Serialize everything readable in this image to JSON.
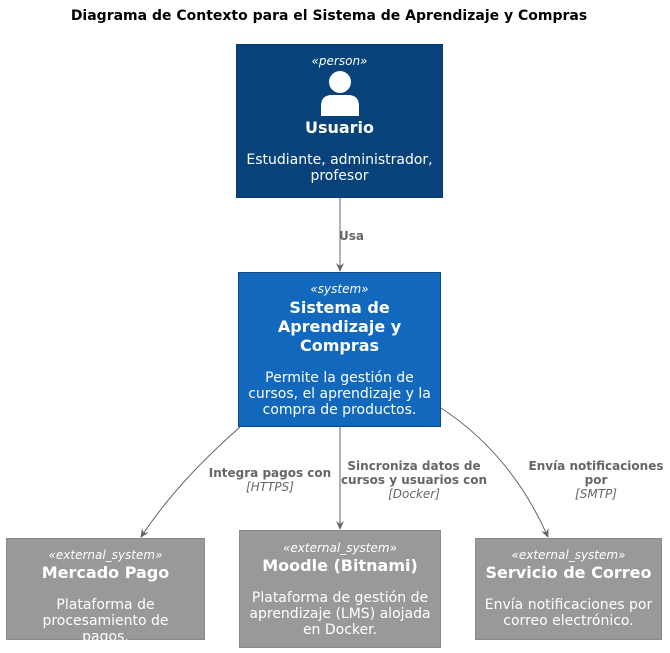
{
  "title": "Diagrama de Contexto para el Sistema de Aprendizaje y Compras",
  "nodes": {
    "person": {
      "stereotype": "«person»",
      "name": "Usuario",
      "description": "Estudiante, administrador, profesor",
      "color": "#08427b",
      "icon": "person-icon"
    },
    "system": {
      "stereotype": "«system»",
      "name": "Sistema de Aprendizaje y Compras",
      "description": "Permite la gestión de cursos, el aprendizaje y la compra de productos.",
      "color": "#1168bd"
    },
    "mercado_pago": {
      "stereotype": "«external_system»",
      "name": "Mercado Pago",
      "description": "Plataforma de procesamiento de pagos.",
      "color": "#999999"
    },
    "moodle": {
      "stereotype": "«external_system»",
      "name": "Moodle (Bitnami)",
      "description": "Plataforma de gestión de aprendizaje (LMS) alojada en Docker.",
      "color": "#999999"
    },
    "correo": {
      "stereotype": "«external_system»",
      "name": "Servicio de Correo",
      "description": "Envía notificaciones por correo electrónico.",
      "color": "#999999"
    }
  },
  "relations": {
    "usa": {
      "label": "Usa",
      "tech": ""
    },
    "pagos": {
      "label": "Integra pagos con",
      "tech": "[HTTPS]"
    },
    "sync": {
      "label": "Sincroniza datos de cursos y usuarios con",
      "tech": "[Docker]"
    },
    "notif": {
      "label": "Envía notificaciones por",
      "tech": "[SMTP]"
    }
  }
}
